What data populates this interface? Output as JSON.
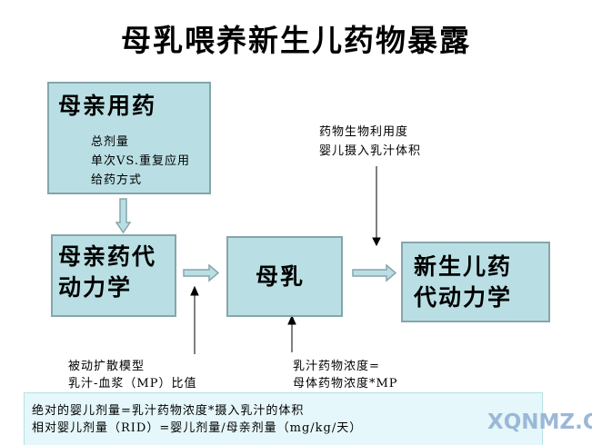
{
  "title": "母乳喂养新生儿药物暴露",
  "maternal_drug": {
    "heading": "母亲用药",
    "items": [
      "总剂量",
      "单次VS.重复应用",
      "给药方式"
    ]
  },
  "maternal_pk": {
    "lines": [
      "母亲药代",
      "动力学"
    ]
  },
  "breast_milk": {
    "label": "母乳"
  },
  "neonatal_pk": {
    "lines": [
      "新生儿药",
      "代动力学"
    ]
  },
  "top_note": {
    "lines": [
      "药物生物利用度",
      "婴儿摄入乳汁体积"
    ]
  },
  "left_note": {
    "lines": [
      "被动扩散模型",
      "乳汁-血浆（MP）比值"
    ]
  },
  "right_note": {
    "lines": [
      "乳汁药物浓度=",
      "母体药物浓度*MP"
    ]
  },
  "formula_box": {
    "lines": [
      "绝对的婴儿剂量=乳汁药物浓度*摄入乳汁的体积",
      "相对婴儿剂量（RID）=婴儿剂量/母亲剂量（mg/kg/天）"
    ]
  },
  "watermark": "XQNMZ.COM",
  "colors": {
    "box_fill": "#b9dfe4",
    "box_border": "#86a5ab",
    "note_fill": "#e5f7fa"
  }
}
